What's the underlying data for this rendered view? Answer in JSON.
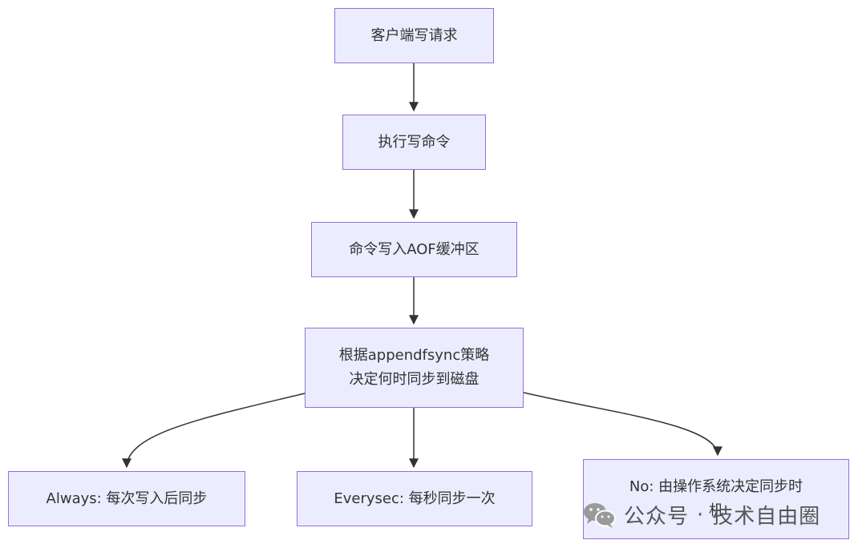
{
  "flowchart": {
    "nodes": {
      "client_request": "客户端写请求",
      "execute_command": "执行写命令",
      "write_buffer": "命令写入AOF缓冲区",
      "decide_sync": "根据appendfsync策略\n决定何时同步到磁盘",
      "always": "Always: 每次写入后同步",
      "everysec": "Everysec: 每秒同步一次",
      "no": "No: 由操作系统决定同步时\n机"
    }
  },
  "watermark": {
    "prefix": "公众号",
    "separator": "·",
    "name": "技术自由圈",
    "icon": "wechat-icon"
  },
  "colors": {
    "node_fill": "#ececff",
    "node_border": "#9370db",
    "edge": "#333333",
    "text": "#333333"
  }
}
